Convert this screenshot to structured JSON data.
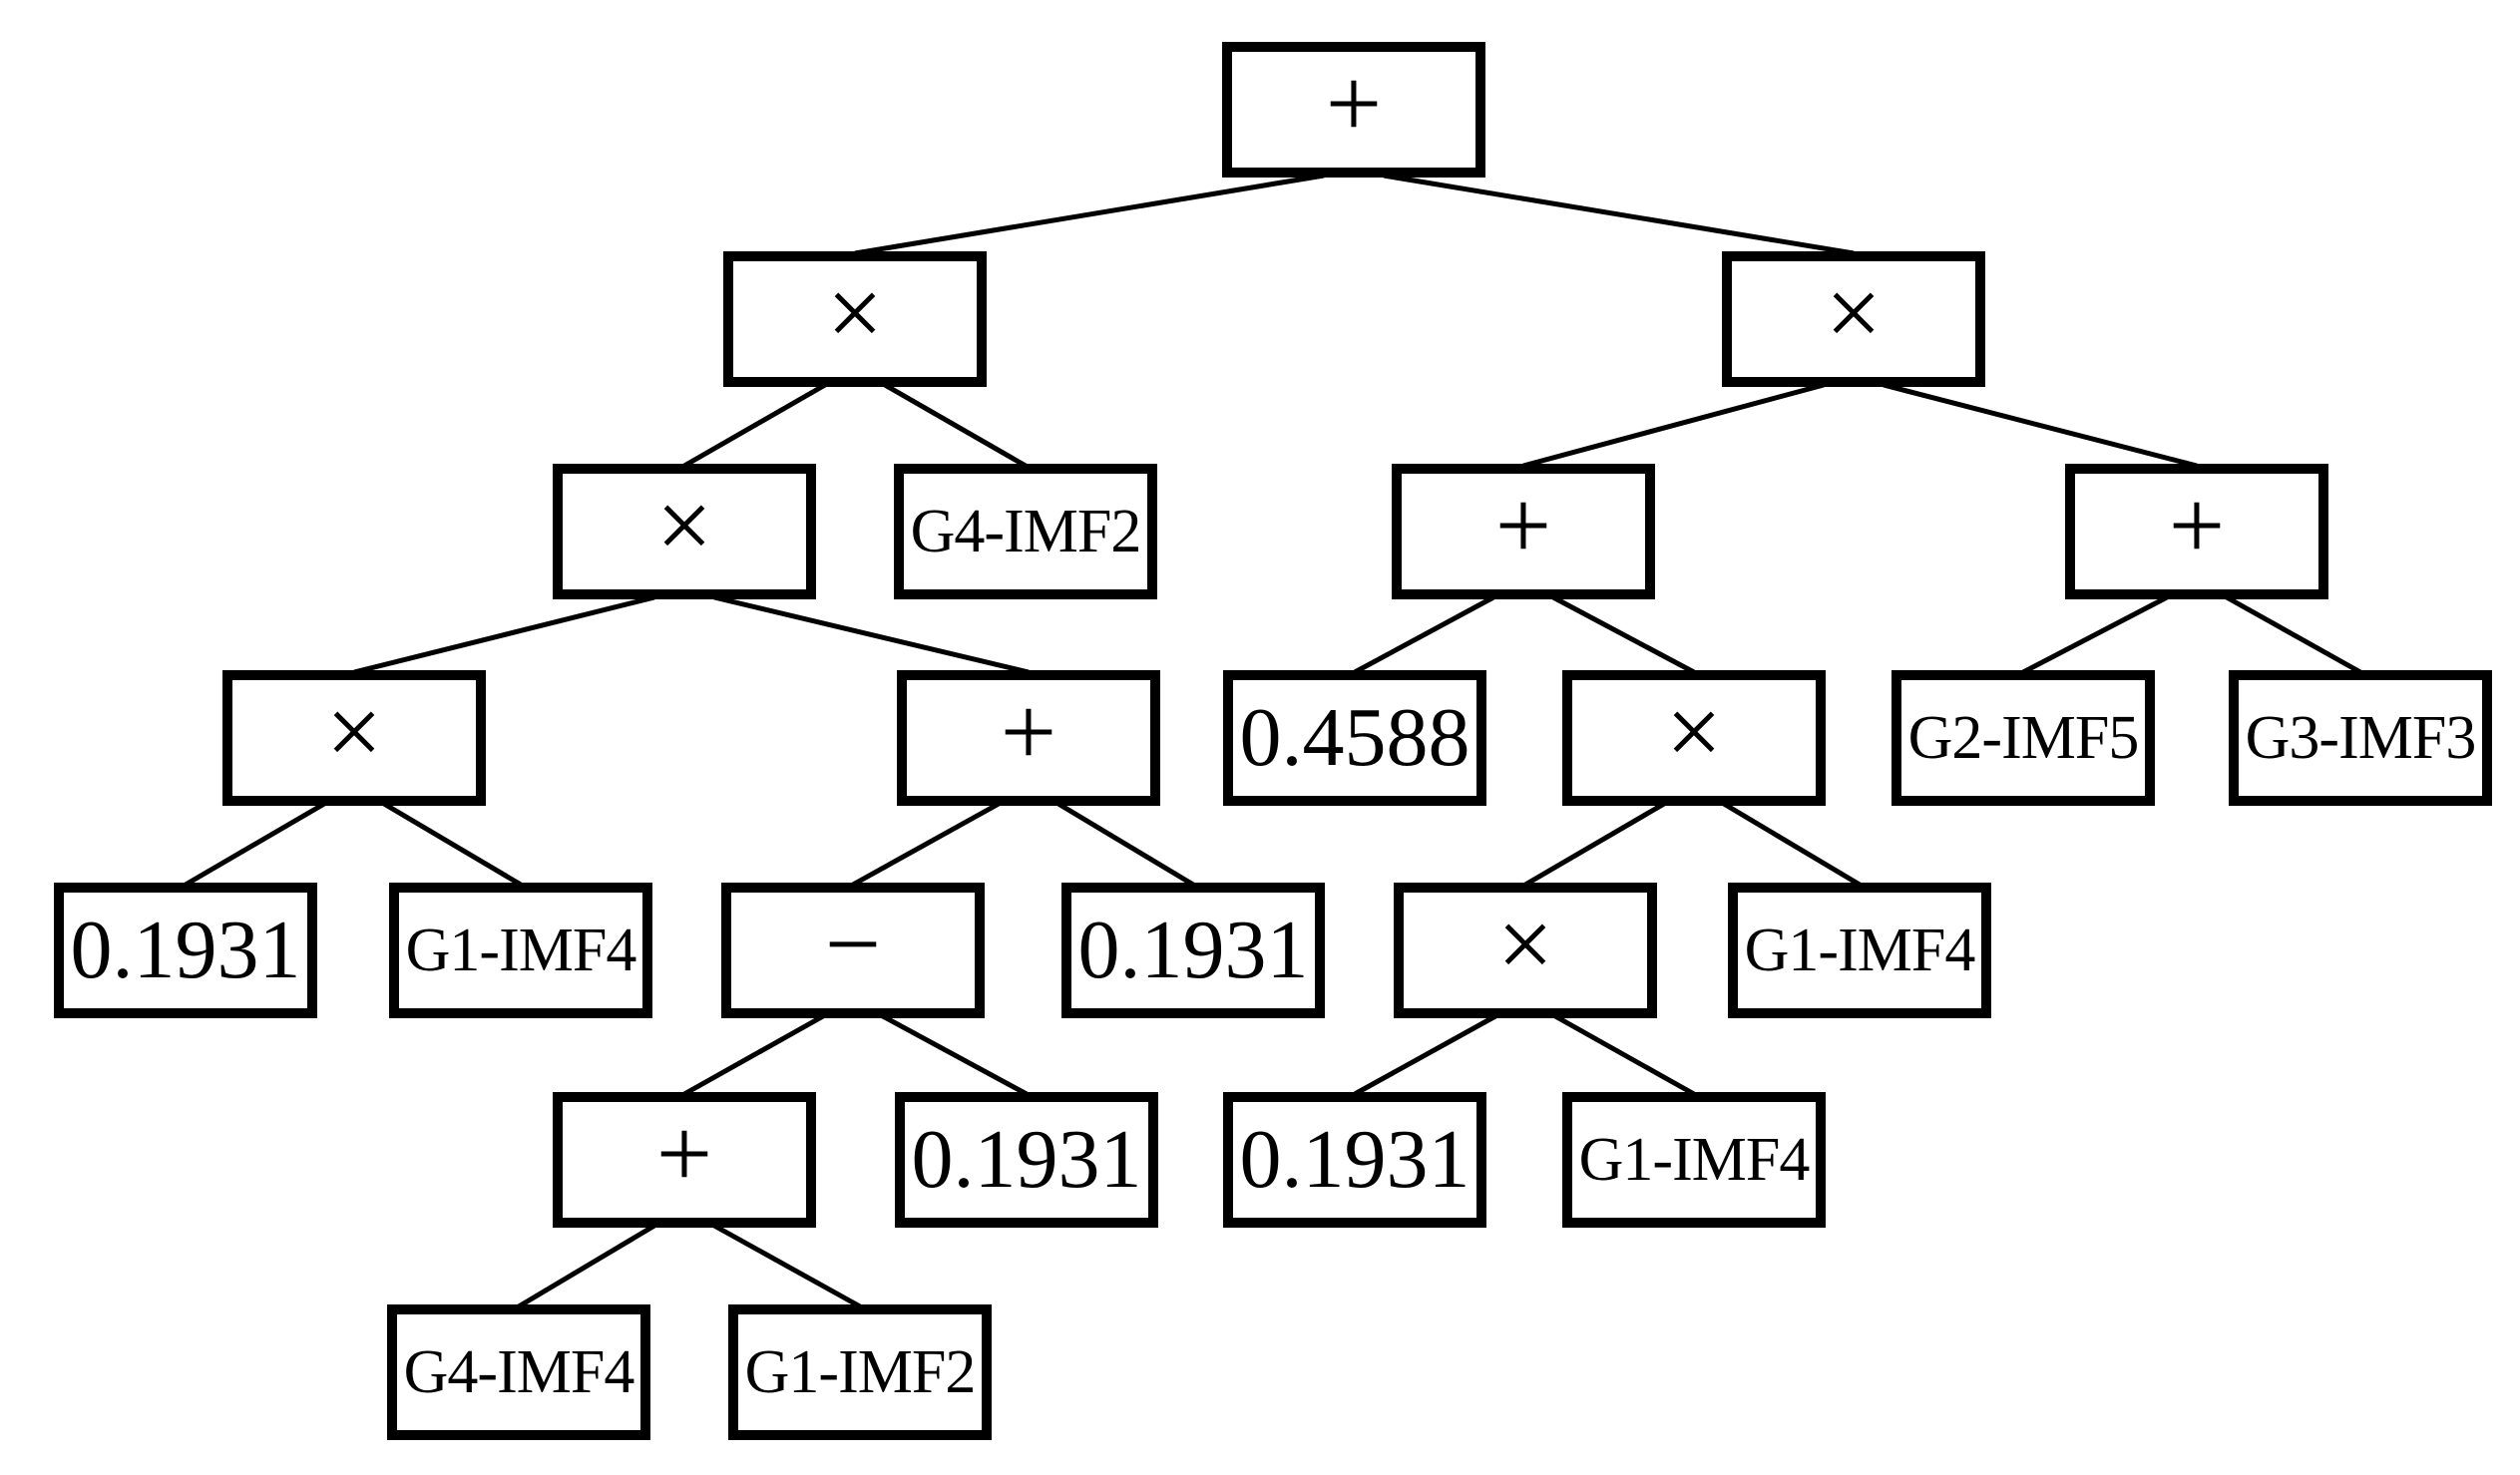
{
  "diagram": {
    "type": "expression-tree",
    "colors": {
      "background": "#ffffff",
      "box_border": "#000000",
      "text": "#000000",
      "edge": "#000000"
    },
    "nodes": [
      {
        "id": "root-plus",
        "label": "+",
        "kind": "operator",
        "children": [
          "times-left",
          "times-right"
        ]
      },
      {
        "id": "times-left",
        "label": "×",
        "kind": "operator",
        "children": [
          "times-c",
          "g4-imf2"
        ]
      },
      {
        "id": "times-right",
        "label": "×",
        "kind": "operator",
        "children": [
          "plus-b",
          "plus-c"
        ]
      },
      {
        "id": "times-c",
        "label": "×",
        "kind": "operator",
        "children": [
          "times-d",
          "plus-d"
        ]
      },
      {
        "id": "g4-imf2",
        "label": "G4-IMF2",
        "kind": "leaf"
      },
      {
        "id": "plus-b",
        "label": "+",
        "kind": "operator",
        "children": [
          "const-0-4588",
          "times-e"
        ]
      },
      {
        "id": "plus-c",
        "label": "+",
        "kind": "operator",
        "children": [
          "g2-imf5",
          "g3-imf3"
        ]
      },
      {
        "id": "times-d",
        "label": "×",
        "kind": "operator",
        "children": [
          "const-0-1931-a",
          "g1-imf4-a"
        ]
      },
      {
        "id": "plus-d",
        "label": "+",
        "kind": "operator",
        "children": [
          "minus-a",
          "const-0-1931-b"
        ]
      },
      {
        "id": "const-0-4588",
        "label": "0.4588",
        "kind": "leaf"
      },
      {
        "id": "times-e",
        "label": "×",
        "kind": "operator",
        "children": [
          "times-f",
          "g1-imf4-b"
        ]
      },
      {
        "id": "g2-imf5",
        "label": "G2-IMF5",
        "kind": "leaf"
      },
      {
        "id": "g3-imf3",
        "label": "G3-IMF3",
        "kind": "leaf"
      },
      {
        "id": "const-0-1931-a",
        "label": "0.1931",
        "kind": "leaf"
      },
      {
        "id": "g1-imf4-a",
        "label": "G1-IMF4",
        "kind": "leaf"
      },
      {
        "id": "minus-a",
        "label": "−",
        "kind": "operator",
        "children": [
          "plus-e",
          "const-0-1931-c"
        ]
      },
      {
        "id": "const-0-1931-b",
        "label": "0.1931",
        "kind": "leaf"
      },
      {
        "id": "times-f",
        "label": "×",
        "kind": "operator",
        "children": [
          "const-0-1931-d",
          "g1-imf4-c"
        ]
      },
      {
        "id": "g1-imf4-b",
        "label": "G1-IMF4",
        "kind": "leaf"
      },
      {
        "id": "plus-e",
        "label": "+",
        "kind": "operator",
        "children": [
          "g4-imf4",
          "g1-imf2"
        ]
      },
      {
        "id": "const-0-1931-c",
        "label": "0.1931",
        "kind": "leaf"
      },
      {
        "id": "const-0-1931-d",
        "label": "0.1931",
        "kind": "leaf"
      },
      {
        "id": "g1-imf4-c",
        "label": "G1-IMF4",
        "kind": "leaf"
      },
      {
        "id": "g4-imf4",
        "label": "G4-IMF4",
        "kind": "leaf"
      },
      {
        "id": "g1-imf2",
        "label": "G1-IMF2",
        "kind": "leaf"
      }
    ]
  }
}
